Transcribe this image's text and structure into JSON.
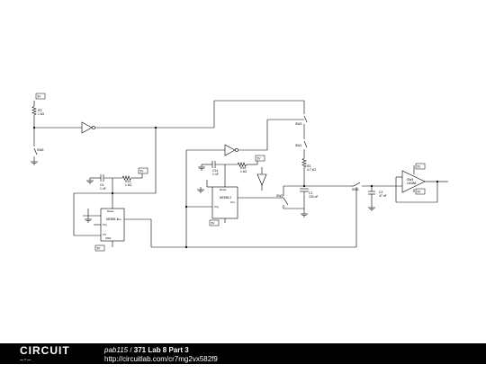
{
  "footer": {
    "logo_top": "CIRCUIT",
    "logo_bottom": "LAB",
    "user": "pab115",
    "separator": " / ",
    "project_title": "371 Lab 8 Part 3",
    "url": "http://circuitlab.com/cr7mg2vx582f9"
  },
  "schematic": {
    "supply_tag": "5V",
    "components": {
      "r3": {
        "name": "R3",
        "value": "1 kΩ"
      },
      "sw6": {
        "name": "SW6"
      },
      "c6": {
        "name": "C6",
        "value": "1 nF"
      },
      "r13": {
        "name": "R13",
        "value": "1 kΩ"
      },
      "c14": {
        "name": "C14",
        "value": "1 nF"
      },
      "r16": {
        "name": "R16",
        "value": "1 kΩ"
      },
      "sw3": {
        "name": "SW3"
      },
      "sw1": {
        "name": "SW1"
      },
      "r2": {
        "name": "R2",
        "value": "4.7 kΩ"
      },
      "c1": {
        "name": "C1",
        "value": "100 nF"
      },
      "sw2": {
        "name": "SW2"
      },
      "sw5": {
        "name": "SW5"
      },
      "c2": {
        "name": "C2",
        "value": "47 nF"
      },
      "ic555_1": {
        "name": "NE555 1",
        "pins": {
          "trig": "Trig",
          "thr": "Thr",
          "out": "Out",
          "disch": "Disch",
          "reset": "Reset",
          "ctrl": "Ctrl",
          "vcc": "VCC",
          "gnd": "GND"
        }
      },
      "ic555_2": {
        "name": "NE555 2"
      },
      "amp": {
        "name": "SW4",
        "value": "LM386"
      }
    }
  }
}
